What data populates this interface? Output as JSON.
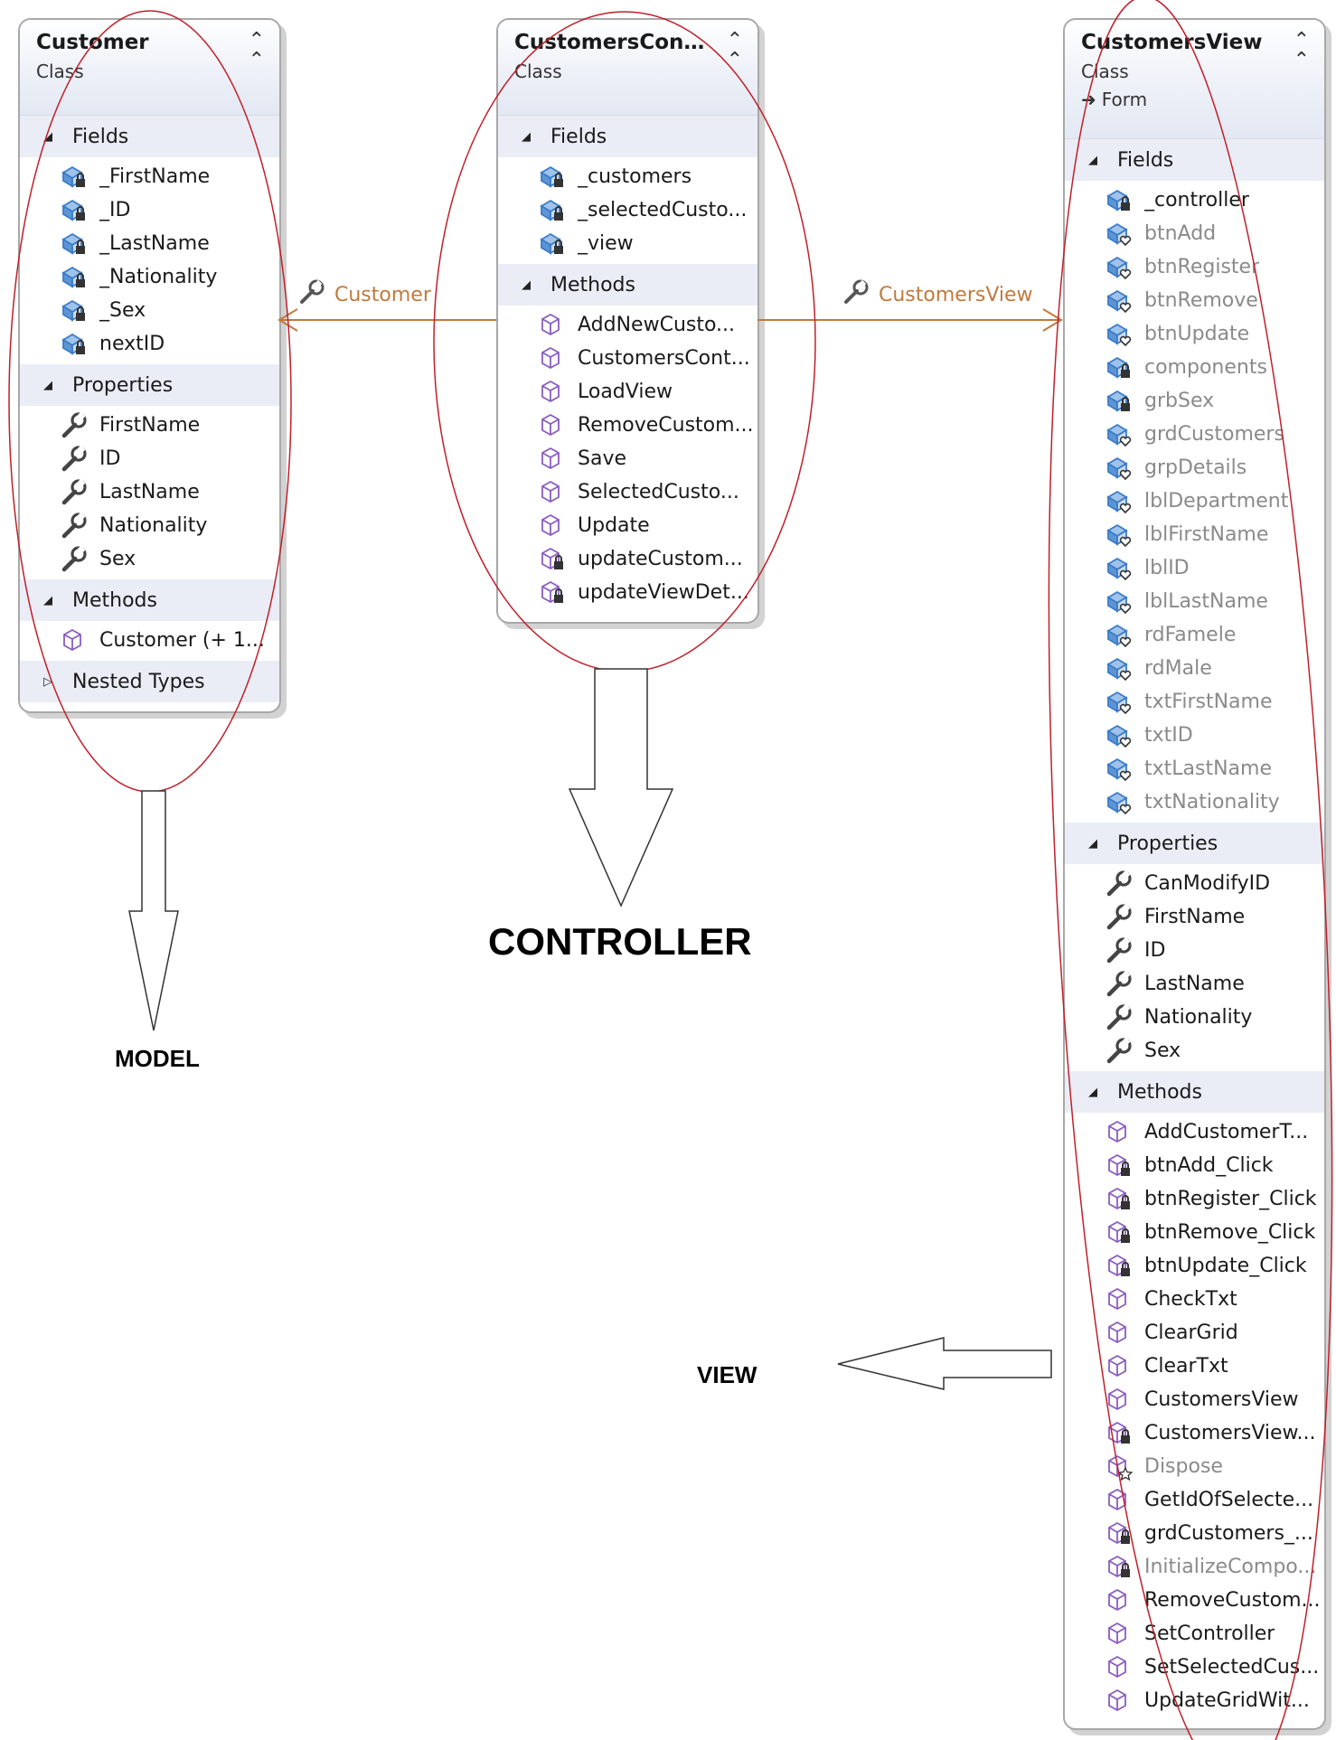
{
  "classes": [
    {
      "id": "customer",
      "title": "Customer",
      "kind": "Class",
      "sections": [
        {
          "name": "Fields",
          "expanded": true,
          "items": [
            {
              "label": "_FirstName",
              "icon": "private-field-icon"
            },
            {
              "label": "_ID",
              "icon": "private-field-icon"
            },
            {
              "label": "_LastName",
              "icon": "private-field-icon"
            },
            {
              "label": "_Nationality",
              "icon": "private-field-icon"
            },
            {
              "label": "_Sex",
              "icon": "private-field-icon"
            },
            {
              "label": "nextID",
              "icon": "private-field-icon"
            }
          ]
        },
        {
          "name": "Properties",
          "expanded": true,
          "items": [
            {
              "label": "FirstName",
              "icon": "property-wrench-icon"
            },
            {
              "label": "ID",
              "icon": "property-wrench-icon"
            },
            {
              "label": "LastName",
              "icon": "property-wrench-icon"
            },
            {
              "label": "Nationality",
              "icon": "property-wrench-icon"
            },
            {
              "label": "Sex",
              "icon": "property-wrench-icon"
            }
          ]
        },
        {
          "name": "Methods",
          "expanded": true,
          "items": [
            {
              "label": "Customer (+ 1...",
              "icon": "method-icon"
            }
          ]
        },
        {
          "name": "Nested Types",
          "expanded": false,
          "items": []
        }
      ]
    },
    {
      "id": "controller",
      "title": "CustomersContr...",
      "kind": "Class",
      "sections": [
        {
          "name": "Fields",
          "expanded": true,
          "items": [
            {
              "label": "_customers",
              "icon": "private-field-icon"
            },
            {
              "label": "_selectedCusto...",
              "icon": "private-field-icon"
            },
            {
              "label": "_view",
              "icon": "private-field-icon"
            }
          ]
        },
        {
          "name": "Methods",
          "expanded": true,
          "items": [
            {
              "label": "AddNewCusto...",
              "icon": "method-icon"
            },
            {
              "label": "CustomersCont...",
              "icon": "method-icon"
            },
            {
              "label": "LoadView",
              "icon": "method-icon"
            },
            {
              "label": "RemoveCustom...",
              "icon": "method-icon"
            },
            {
              "label": "Save",
              "icon": "method-icon"
            },
            {
              "label": "SelectedCusto...",
              "icon": "method-icon"
            },
            {
              "label": "Update",
              "icon": "method-icon"
            },
            {
              "label": "updateCustom...",
              "icon": "private-method-icon"
            },
            {
              "label": "updateViewDet...",
              "icon": "private-method-icon"
            }
          ]
        }
      ]
    },
    {
      "id": "view",
      "title": "CustomersView",
      "kind": "Class",
      "base": "Form",
      "sections": [
        {
          "name": "Fields",
          "expanded": true,
          "items": [
            {
              "label": "_controller",
              "icon": "private-field-icon"
            },
            {
              "label": "btnAdd",
              "icon": "internal-field-icon",
              "gray": true
            },
            {
              "label": "btnRegister",
              "icon": "internal-field-icon",
              "gray": true
            },
            {
              "label": "btnRemove",
              "icon": "internal-field-icon",
              "gray": true
            },
            {
              "label": "btnUpdate",
              "icon": "internal-field-icon",
              "gray": true
            },
            {
              "label": "components",
              "icon": "private-field-icon",
              "gray": true
            },
            {
              "label": "grbSex",
              "icon": "private-field-icon",
              "gray": true
            },
            {
              "label": "grdCustomers",
              "icon": "internal-field-icon",
              "gray": true
            },
            {
              "label": "grpDetails",
              "icon": "internal-field-icon",
              "gray": true
            },
            {
              "label": "lblDepartment",
              "icon": "internal-field-icon",
              "gray": true
            },
            {
              "label": "lblFirstName",
              "icon": "internal-field-icon",
              "gray": true
            },
            {
              "label": "lblID",
              "icon": "internal-field-icon",
              "gray": true
            },
            {
              "label": "lblLastName",
              "icon": "internal-field-icon",
              "gray": true
            },
            {
              "label": "rdFamele",
              "icon": "internal-field-icon",
              "gray": true
            },
            {
              "label": "rdMale",
              "icon": "internal-field-icon",
              "gray": true
            },
            {
              "label": "txtFirstName",
              "icon": "internal-field-icon",
              "gray": true
            },
            {
              "label": "txtID",
              "icon": "internal-field-icon",
              "gray": true
            },
            {
              "label": "txtLastName",
              "icon": "internal-field-icon",
              "gray": true
            },
            {
              "label": "txtNationality",
              "icon": "internal-field-icon",
              "gray": true
            }
          ]
        },
        {
          "name": "Properties",
          "expanded": true,
          "items": [
            {
              "label": "CanModifyID",
              "icon": "property-wrench-icon"
            },
            {
              "label": "FirstName",
              "icon": "property-wrench-icon"
            },
            {
              "label": "ID",
              "icon": "property-wrench-icon"
            },
            {
              "label": "LastName",
              "icon": "property-wrench-icon"
            },
            {
              "label": "Nationality",
              "icon": "property-wrench-icon"
            },
            {
              "label": "Sex",
              "icon": "property-wrench-icon"
            }
          ]
        },
        {
          "name": "Methods",
          "expanded": true,
          "items": [
            {
              "label": "AddCustomerT...",
              "icon": "method-icon"
            },
            {
              "label": "btnAdd_Click",
              "icon": "private-method-icon"
            },
            {
              "label": "btnRegister_Click",
              "icon": "private-method-icon"
            },
            {
              "label": "btnRemove_Click",
              "icon": "private-method-icon"
            },
            {
              "label": "btnUpdate_Click",
              "icon": "private-method-icon"
            },
            {
              "label": "CheckTxt",
              "icon": "method-icon"
            },
            {
              "label": "ClearGrid",
              "icon": "method-icon"
            },
            {
              "label": "ClearTxt",
              "icon": "method-icon"
            },
            {
              "label": "CustomersView",
              "icon": "method-icon"
            },
            {
              "label": "CustomersView...",
              "icon": "private-method-icon"
            },
            {
              "label": "Dispose",
              "icon": "protected-method-icon",
              "gray": true
            },
            {
              "label": "GetIdOfSelecte...",
              "icon": "method-icon"
            },
            {
              "label": "grdCustomers_...",
              "icon": "private-method-icon"
            },
            {
              "label": "InitializeCompo...",
              "icon": "private-method-icon",
              "gray": true
            },
            {
              "label": "RemoveCustom...",
              "icon": "method-icon"
            },
            {
              "label": "SetController",
              "icon": "method-icon"
            },
            {
              "label": "SetSelectedCus...",
              "icon": "method-icon"
            },
            {
              "label": "UpdateGridWit...",
              "icon": "method-icon"
            }
          ]
        }
      ]
    }
  ],
  "associations": {
    "to_customer": "Customer",
    "to_view": "CustomersView"
  },
  "captions": {
    "model": "MODEL",
    "controller": "CONTROLLER",
    "view": "VIEW"
  },
  "colors": {
    "association": "#c07a3e",
    "ellipse": "#c0202a",
    "field_icon": "#3a7bc8",
    "method_icon": "#8a5cc0"
  }
}
